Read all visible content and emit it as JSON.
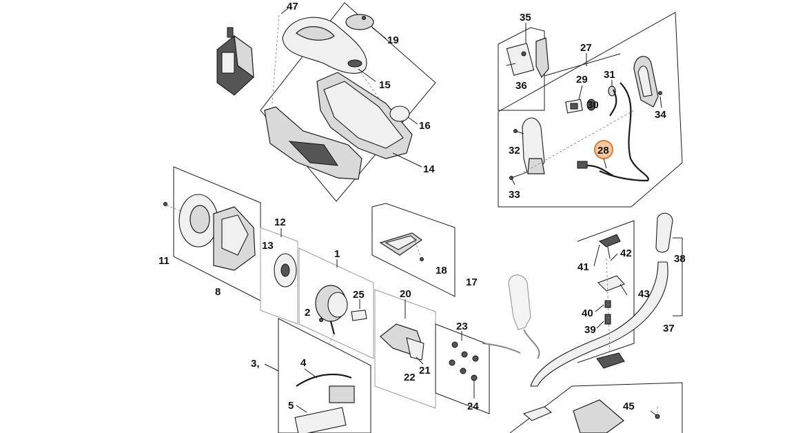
{
  "parts": [
    {
      "id": "p47",
      "label": "47"
    },
    {
      "id": "p19",
      "label": "19"
    },
    {
      "id": "p15",
      "label": "15"
    },
    {
      "id": "p16",
      "label": "16"
    },
    {
      "id": "p14",
      "label": "14"
    },
    {
      "id": "p35",
      "label": "35"
    },
    {
      "id": "p27",
      "label": "27"
    },
    {
      "id": "p36",
      "label": "36"
    },
    {
      "id": "p29",
      "label": "29"
    },
    {
      "id": "p31",
      "label": "31"
    },
    {
      "id": "p30",
      "label": "30"
    },
    {
      "id": "p34",
      "label": "34"
    },
    {
      "id": "p32",
      "label": "32"
    },
    {
      "id": "p28",
      "label": "28",
      "highlighted": true
    },
    {
      "id": "p33",
      "label": "33"
    },
    {
      "id": "p12",
      "label": "12"
    },
    {
      "id": "p13",
      "label": "13"
    },
    {
      "id": "p11",
      "label": "11"
    },
    {
      "id": "p8",
      "label": "8"
    },
    {
      "id": "p1",
      "label": "1"
    },
    {
      "id": "p25",
      "label": "25"
    },
    {
      "id": "p2",
      "label": "2"
    },
    {
      "id": "p18",
      "label": "18"
    },
    {
      "id": "p17",
      "label": "17"
    },
    {
      "id": "p20",
      "label": "20"
    },
    {
      "id": "p23",
      "label": "23"
    },
    {
      "id": "p21",
      "label": "21"
    },
    {
      "id": "p22",
      "label": "22"
    },
    {
      "id": "p24",
      "label": "24"
    },
    {
      "id": "p3",
      "label": "3,"
    },
    {
      "id": "p4",
      "label": "4"
    },
    {
      "id": "p5",
      "label": "5"
    },
    {
      "id": "p41",
      "label": "41"
    },
    {
      "id": "p42",
      "label": "42"
    },
    {
      "id": "p38",
      "label": "38"
    },
    {
      "id": "p43",
      "label": "43"
    },
    {
      "id": "p40",
      "label": "40"
    },
    {
      "id": "p39",
      "label": "39"
    },
    {
      "id": "p37",
      "label": "37"
    },
    {
      "id": "p45",
      "label": "45"
    }
  ],
  "highlight_color": "#e07a2b"
}
